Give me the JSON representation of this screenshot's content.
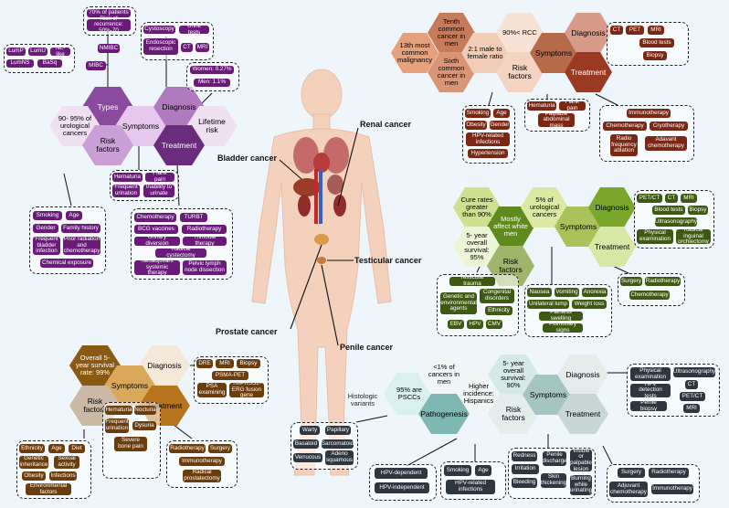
{
  "cancers": {
    "renal": "Renal cancer",
    "bladder": "Bladder cancer",
    "testicular": "Testicular cancer",
    "prostate": "Prostate cancer",
    "penile": "Penile cancer"
  },
  "bladder": {
    "types": "Types",
    "symptoms": "Symptoms",
    "diagnosis": "Diagnosis",
    "lifetime": "Lifetime risk",
    "risk": "Risk factors",
    "treatment": "Treatment",
    "stat": "90- 95% of urological cancers",
    "patients": "70% of patients",
    "recurrence": "Risk of recurrence: 50%-70",
    "nmibc": "NMIBC",
    "mibc": "MIBC",
    "subtypes": [
      "LumP",
      "LumU",
      "NE-like",
      "LumNS",
      "BaSq"
    ],
    "diag_items": [
      "Cystoscopy",
      "Urine tests",
      "Endoscopic resection",
      "CT",
      "MRI"
    ],
    "lifetime_items": [
      "Women: 0.27%",
      "Men: 1.1%"
    ],
    "symptom_items": [
      "Hematuria",
      "Flank pain",
      "Frequent urination",
      "Inability to urinate"
    ],
    "risk_items": [
      "Smoking",
      "Age",
      "Gender",
      "Family history",
      "Frequent bladder infection",
      "Prior radiation and chemotherapy",
      "Chemical exposure"
    ],
    "treat_items": [
      "Chemotherapy",
      "TURBT",
      "BCG vaccines",
      "Radiotherapy",
      "Urinary diversion",
      "Trimodal therapy",
      "Radical cystectomy",
      "Neoadjuvant systemic therapy",
      "Pelvic lymph node dissection"
    ]
  },
  "renal": {
    "h1": "13th most common malignancy",
    "h2": "Tenth common cancer in men",
    "h3": "Sixth common cancer in men",
    "h4": "2:1 male to female ratio",
    "h5": "90%< RCC",
    "diagnosis": "Diagnosis",
    "symptoms": "Symptoms",
    "risk": "Risk factors",
    "treatment": "Treatment",
    "diag_items": [
      "CT",
      "PET",
      "MRI",
      "Blood tests",
      "Biopsy"
    ],
    "risk_items": [
      "Smoking",
      "Age",
      "Obesity",
      "Gender",
      "HPV-related infections",
      "Hypertension"
    ],
    "symptom_items": [
      "Hematuria",
      "Flank pain",
      "Palpable abdominal mass"
    ],
    "treat_items": [
      "Immunotherapy",
      "Chemotherapy",
      "Cryotherapy",
      "Radio frequency ablation",
      "Adavant chemotherapy"
    ]
  },
  "testicular": {
    "h1": "Cure rates greater than 90%",
    "h2": "5% of urological cancers",
    "h3": "Mostly affect white men",
    "h4": "5- year overall survival: 95%",
    "diagnosis": "Diagnosis",
    "symptoms": "Symptoms",
    "risk": "Risk factors",
    "treatment": "Treatment",
    "diag_items": [
      "PET/CT",
      "CT",
      "MRI",
      "Blood tests",
      "Biopsy",
      "Ultrasonography",
      "Physical examination",
      "Radical inguinal orchiectomy"
    ],
    "risk_items": [
      "Testicular trauma",
      "Genetic and environmental agents",
      "Congenital disorders",
      "Ethnicity",
      "EBV",
      "HPV",
      "CMV"
    ],
    "symptom_items": [
      "Nausea",
      "Vomiting",
      "Anorexia",
      "Unilateral lump",
      "Weight loss",
      "Painless swelling",
      "Pulmonary signs"
    ],
    "treat_items": [
      "Surgery",
      "Radiotherapy",
      "Chemotherapy"
    ]
  },
  "prostate": {
    "h1": "Overall 5-year survival rate: 99%",
    "diagnosis": "Diagnosis",
    "symptoms": "Symptoms",
    "risk": "Risk factors",
    "treatment": "Treatment",
    "diag_items": [
      "DRE",
      "MRI",
      "Biopsy",
      "PSMA-PET",
      "PSA examining",
      "TMPRSS2-ERG fusion gene"
    ],
    "risk_items": [
      "Ethnicity",
      "Age",
      "Diet",
      "Genetic inheritance",
      "Sexual activity",
      "Obesity",
      "Infections",
      "Environmental factors"
    ],
    "symptom_items": [
      "Hematuria",
      "Nocturia",
      "Frequent urination",
      "Dysuria",
      "Severe bone pain"
    ],
    "treat_items": [
      "Radiotherapy",
      "Surgery",
      "Immunotherapy",
      "Radical prostatectomy"
    ]
  },
  "penile": {
    "h1": "95% are PSCCs",
    "h2": "<1% of cancers in men",
    "h3": "Higher incidence: Hispanics",
    "h4": "5- year overall survival: 90%",
    "diagnosis": "Diagnosis",
    "symptoms": "Symptoms",
    "risk": "Risk factors",
    "treatment": "Treatment",
    "pathogenesis": "Pathogenesis",
    "variants": "Histologic variants",
    "variant_items": [
      "Warty",
      "Papillary",
      "Basaloid",
      "Sarcomatoid",
      "Verrucous",
      "Adeno squamous"
    ],
    "path_items": [
      "HPV-dependent",
      "HPV-independent"
    ],
    "risk_items": [
      "Smoking",
      "Age",
      "HPV-related infections"
    ],
    "symptom_items": [
      "Redness",
      "Irritation",
      "Penile discharge",
      "Visible or palpable lesion",
      "Bleeding",
      "Skin thickening",
      "Burning while urinating"
    ],
    "diag_items": [
      "Physical examination",
      "Ultrasonography",
      "HPV detection tests",
      "CT",
      "PET/CT",
      "Penile biopsy",
      "MRI"
    ],
    "treat_items": [
      "Surgery",
      "Radiotherapy",
      "Adjuvant chemotherapy",
      "Immunotherapy"
    ]
  }
}
